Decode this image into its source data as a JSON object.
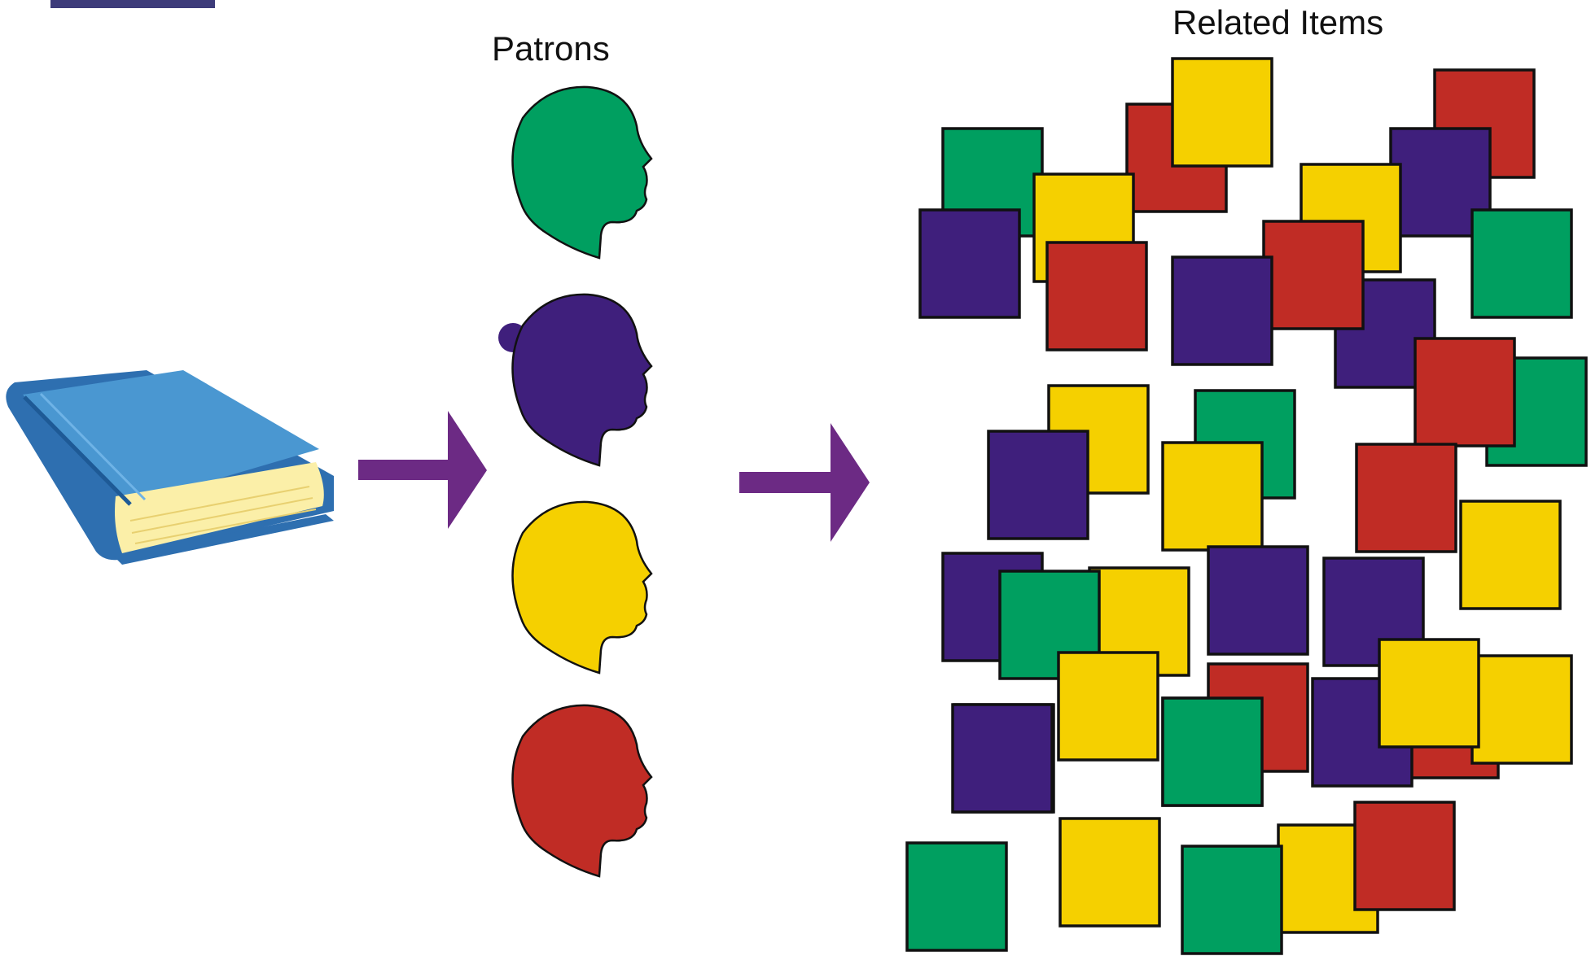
{
  "headings": {
    "patrons": "Patrons",
    "related_items": "Related Items"
  },
  "colors": {
    "green": "#009f60",
    "purple": "#3f1f7c",
    "yellow": "#f5d000",
    "red": "#c02c25",
    "arrow": "#6c2a84",
    "book_blue": "#4a97d1",
    "book_dark": "#2e6fb0",
    "pages": "#fbefa8"
  },
  "patrons": [
    {
      "name": "green-head-icon",
      "color": "green"
    },
    {
      "name": "purple-head-icon",
      "color": "purple"
    },
    {
      "name": "yellow-head-icon",
      "color": "yellow"
    },
    {
      "name": "red-head-icon",
      "color": "red"
    }
  ],
  "related_items": [
    "green",
    "red",
    "yellow",
    "red",
    "purple",
    "yellow",
    "purple",
    "yellow",
    "red",
    "purple",
    "red",
    "purple",
    "green",
    "green",
    "red",
    "yellow",
    "green",
    "purple",
    "yellow",
    "red",
    "yellow",
    "purple",
    "yellow",
    "green",
    "purple",
    "purple",
    "red",
    "purple",
    "yellow",
    "green",
    "purple",
    "red",
    "yellow",
    "yellow",
    "green",
    "purple",
    "yellow",
    "green",
    "yellow",
    "green",
    "red"
  ]
}
